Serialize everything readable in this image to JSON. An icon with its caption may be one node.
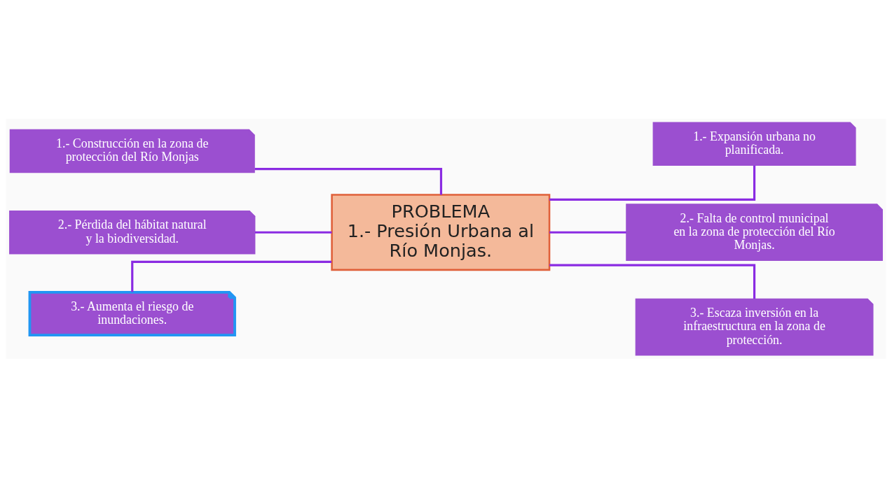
{
  "diagram": {
    "nodes": [
      {
        "text": [
          "PROBLEMA",
          "1.- Presión Urbana al Río Monjas."
        ]
      },
      {
        "text": [
          "1.- Construcción en la zona de protección del Río Monjas"
        ]
      },
      {
        "text": [
          "2.- Pérdida del hábitat natural y la biodiversidad."
        ]
      },
      {
        "text": [
          "3.- Aumenta el riesgo de inundaciones."
        ]
      },
      {
        "text": [
          "1.- Expansión urbana no planificada."
        ]
      },
      {
        "text": [
          "2.- Falta de control municipal en la zona de protección del Río Monjas."
        ]
      },
      {
        "text": [
          "3.- Escaza inversión en la infraestructura en la zona de protección."
        ]
      }
    ],
    "edges": [
      {
        "from": 1,
        "to": 0,
        "arrow": "none"
      },
      {
        "from": 2,
        "to": 0,
        "arrow": "none"
      },
      {
        "from": 3,
        "to": 0,
        "arrow": "none"
      },
      {
        "from": 0,
        "to": 4,
        "arrow": "none"
      },
      {
        "from": 0,
        "to": 5,
        "arrow": "none"
      },
      {
        "from": 0,
        "to": 6,
        "arrow": "none"
      }
    ]
  }
}
